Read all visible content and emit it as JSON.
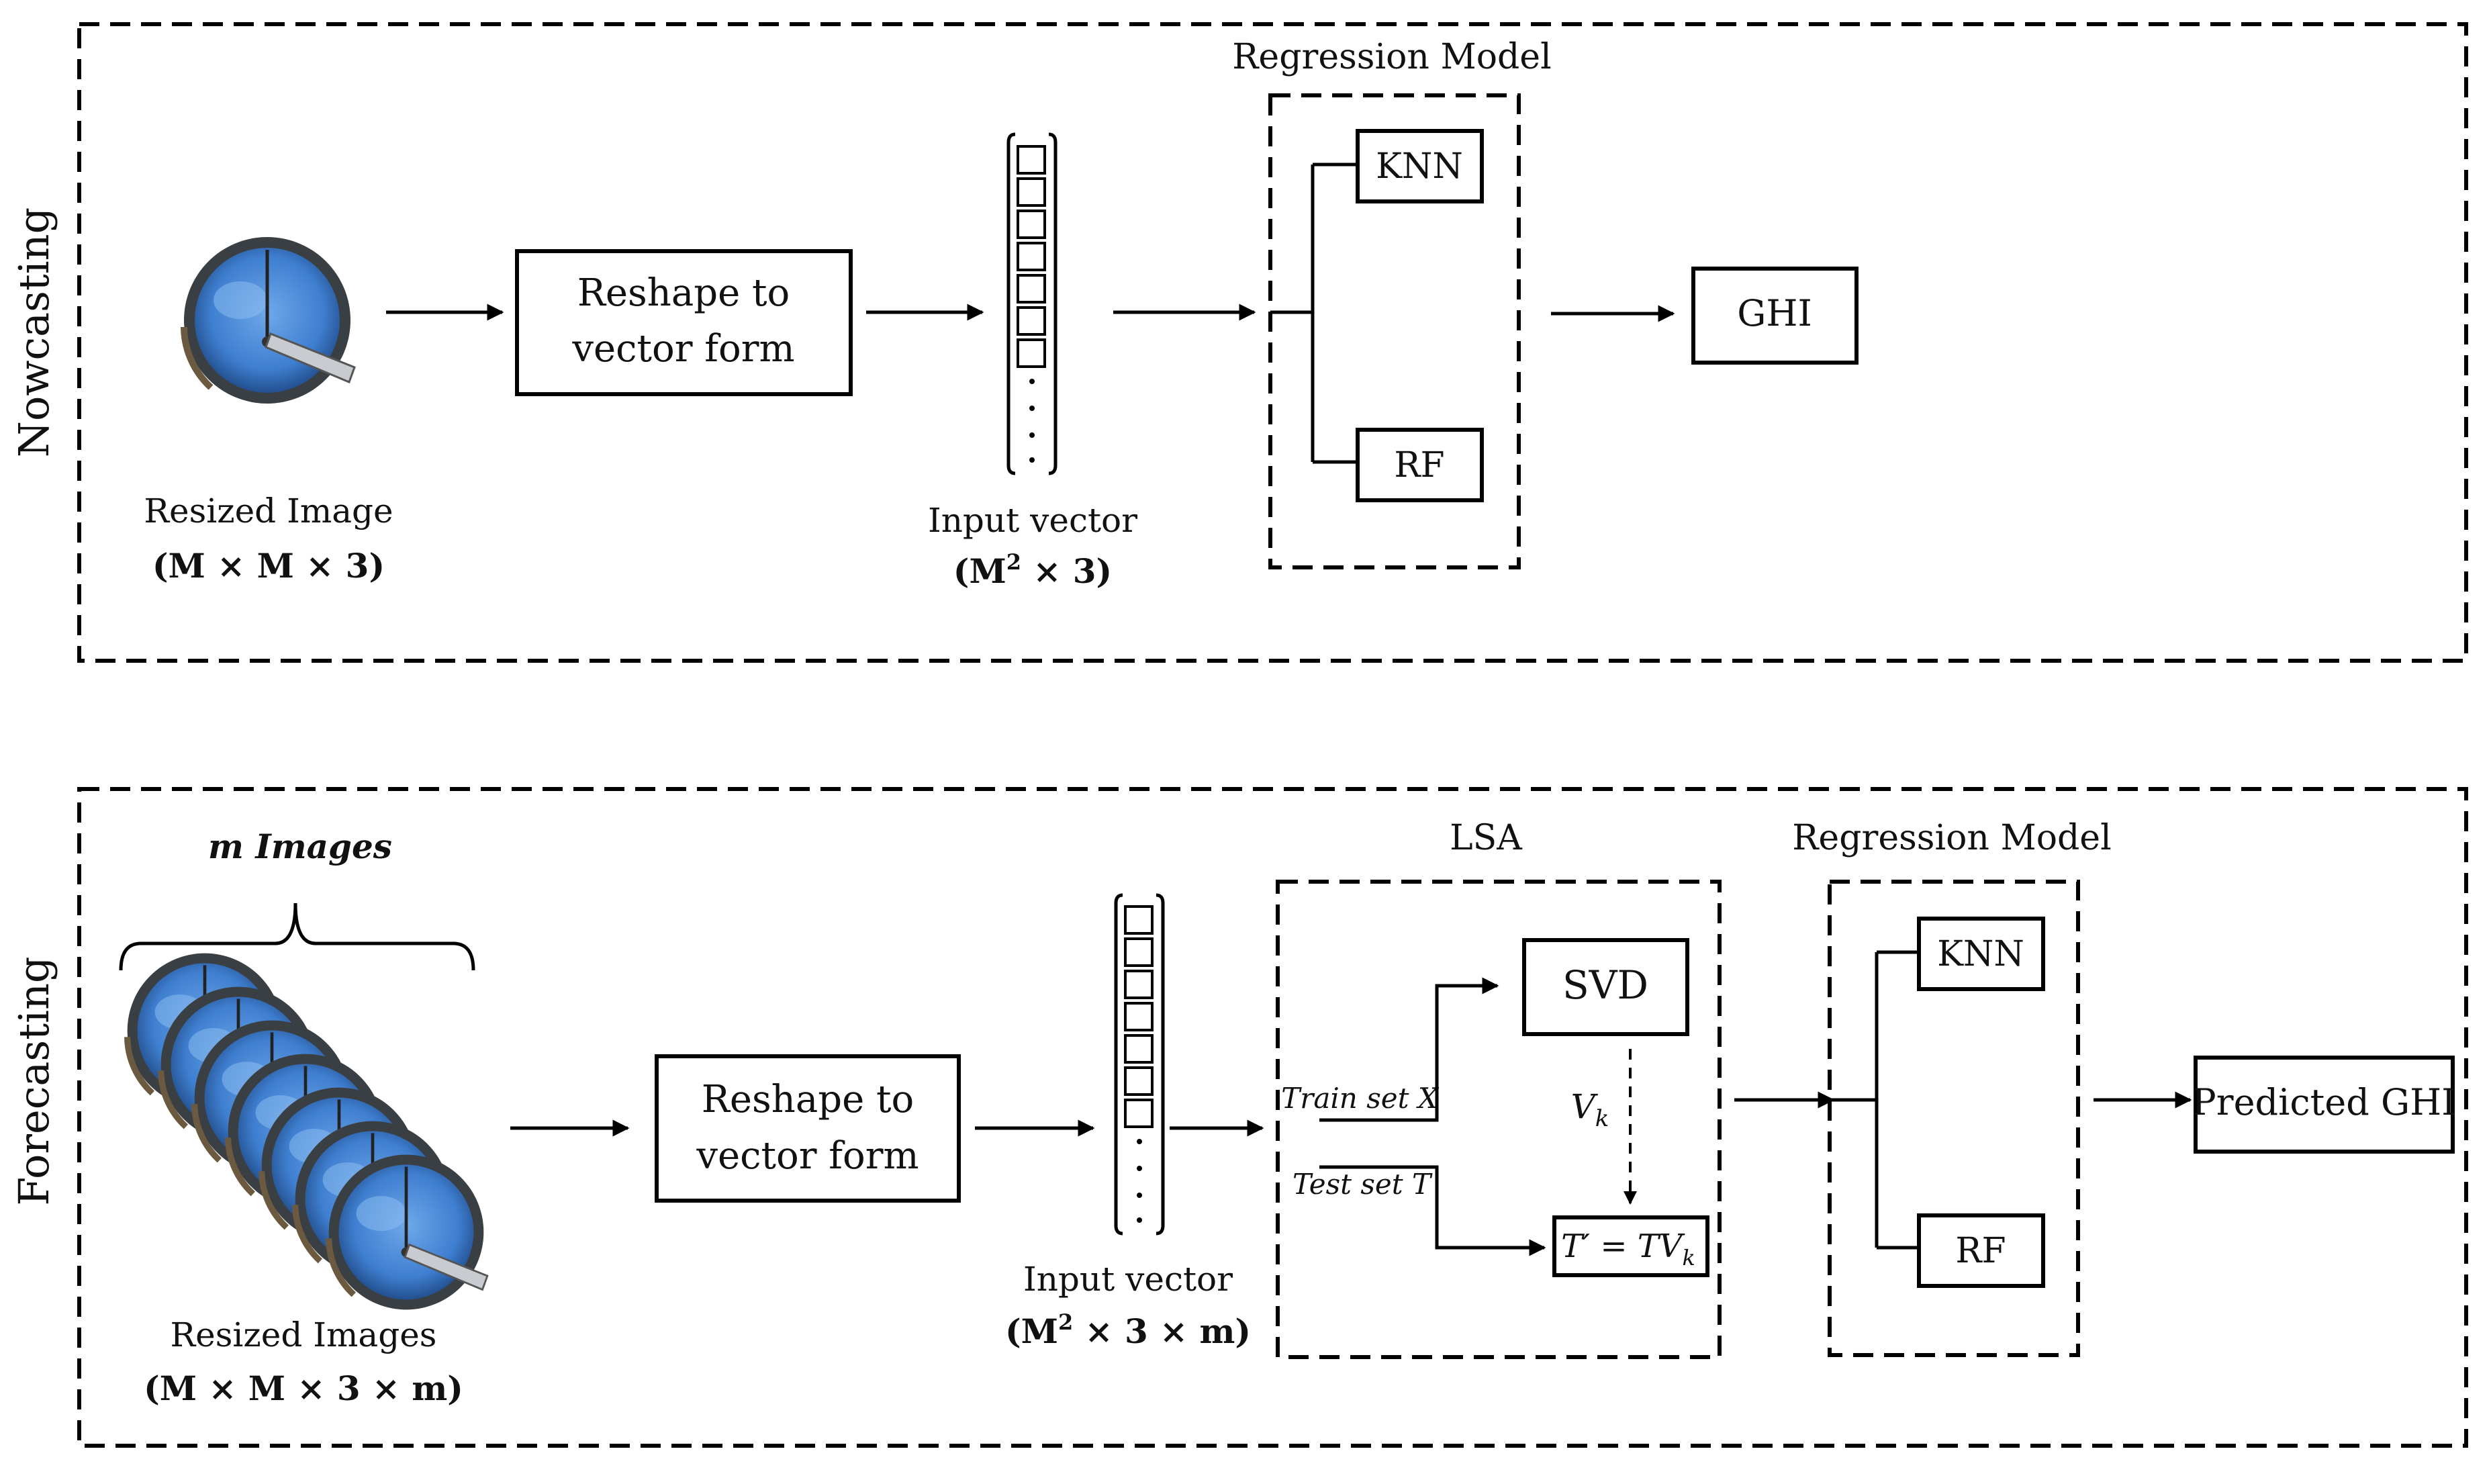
{
  "nowcasting": {
    "section_label": "Nowcasting",
    "image_label": "Resized Image",
    "image_dims": "(M × M × 3)",
    "reshape_line1": "Reshape to",
    "reshape_line2": "vector form",
    "input_label": "Input vector",
    "input_dims_base": "(M",
    "input_dims_sup": "2",
    "input_dims_rest": " × 3)",
    "regression_title": "Regression Model",
    "knn": "KNN",
    "rf": "RF",
    "output": "GHI"
  },
  "forecasting": {
    "section_label": "Forecasting",
    "images_title": "m  Images",
    "image_label": "Resized Images",
    "image_dims": "(M × M × 3 × m)",
    "reshape_line1": "Reshape to",
    "reshape_line2": "vector form",
    "input_label": "Input vector",
    "input_dims_base": "(M",
    "input_dims_sup": "2",
    "input_dims_rest": " × 3 × m)",
    "lsa_title": "LSA",
    "train_set": "Train set X",
    "test_set": "Test set T",
    "svd": "SVD",
    "vk_base": "V",
    "vk_sub": "k",
    "transform_lhs": "T′ = TV",
    "transform_sub": "k",
    "regression_title": "Regression Model",
    "knn": "KNN",
    "rf": "RF",
    "output": "Predicted GHI"
  },
  "colors": {
    "sky_blue": "#3f7fd0",
    "fisheye_rim": "#3a3f44"
  }
}
